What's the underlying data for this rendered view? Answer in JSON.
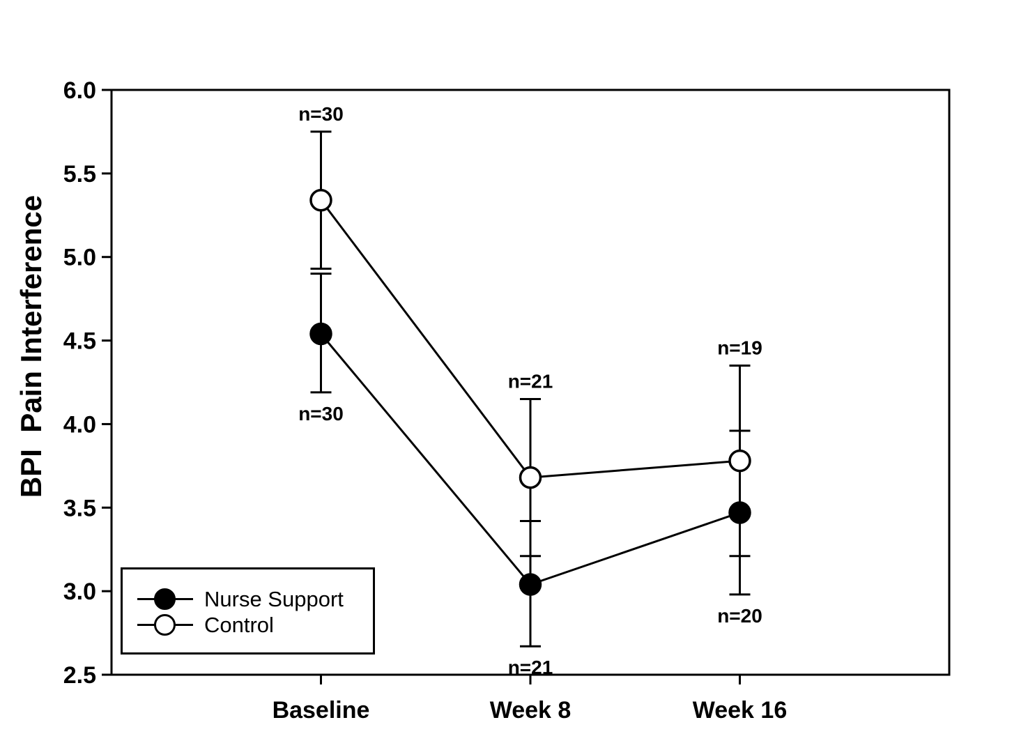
{
  "chart_data": {
    "type": "line",
    "title": "",
    "xlabel": "",
    "ylabel": "BPI  Pain Interference",
    "categories": [
      "Baseline",
      "Week 8",
      "Week 16"
    ],
    "ylim": [
      2.5,
      6.0
    ],
    "ytick_step": 0.5,
    "yticks": [
      "6.0",
      "5.5",
      "5.0",
      "4.5",
      "4.0",
      "3.5",
      "3.0",
      "2.5"
    ],
    "grid": false,
    "frame": true,
    "colors": {
      "line": "#000000",
      "marker_fill": "#000000",
      "marker_open_fill": "#ffffff",
      "text": "#000000",
      "background": "#ffffff"
    },
    "legend": {
      "position": "inside-bottom-left",
      "entries": [
        {
          "label": "Nurse Support",
          "marker": "filled-circle"
        },
        {
          "label": "Control",
          "marker": "open-circle"
        }
      ]
    },
    "series": [
      {
        "name": "Nurse Support",
        "marker": "filled-circle",
        "values": [
          4.54,
          3.04,
          3.47
        ],
        "error_upper": [
          4.9,
          3.42,
          3.96
        ],
        "error_lower": [
          4.19,
          2.67,
          2.98
        ],
        "n_labels": [
          {
            "text": "n=30",
            "position": "below"
          },
          {
            "text": "n=21",
            "position": "below"
          },
          {
            "text": "n=20",
            "position": "below"
          }
        ]
      },
      {
        "name": "Control",
        "marker": "open-circle",
        "values": [
          5.34,
          3.68,
          3.78
        ],
        "error_upper": [
          5.75,
          4.15,
          4.35
        ],
        "error_lower": [
          4.93,
          3.21,
          3.21
        ],
        "n_labels": [
          {
            "text": "n=30",
            "position": "above"
          },
          {
            "text": "n=21",
            "position": "above"
          },
          {
            "text": "n=19",
            "position": "above"
          }
        ]
      }
    ]
  }
}
